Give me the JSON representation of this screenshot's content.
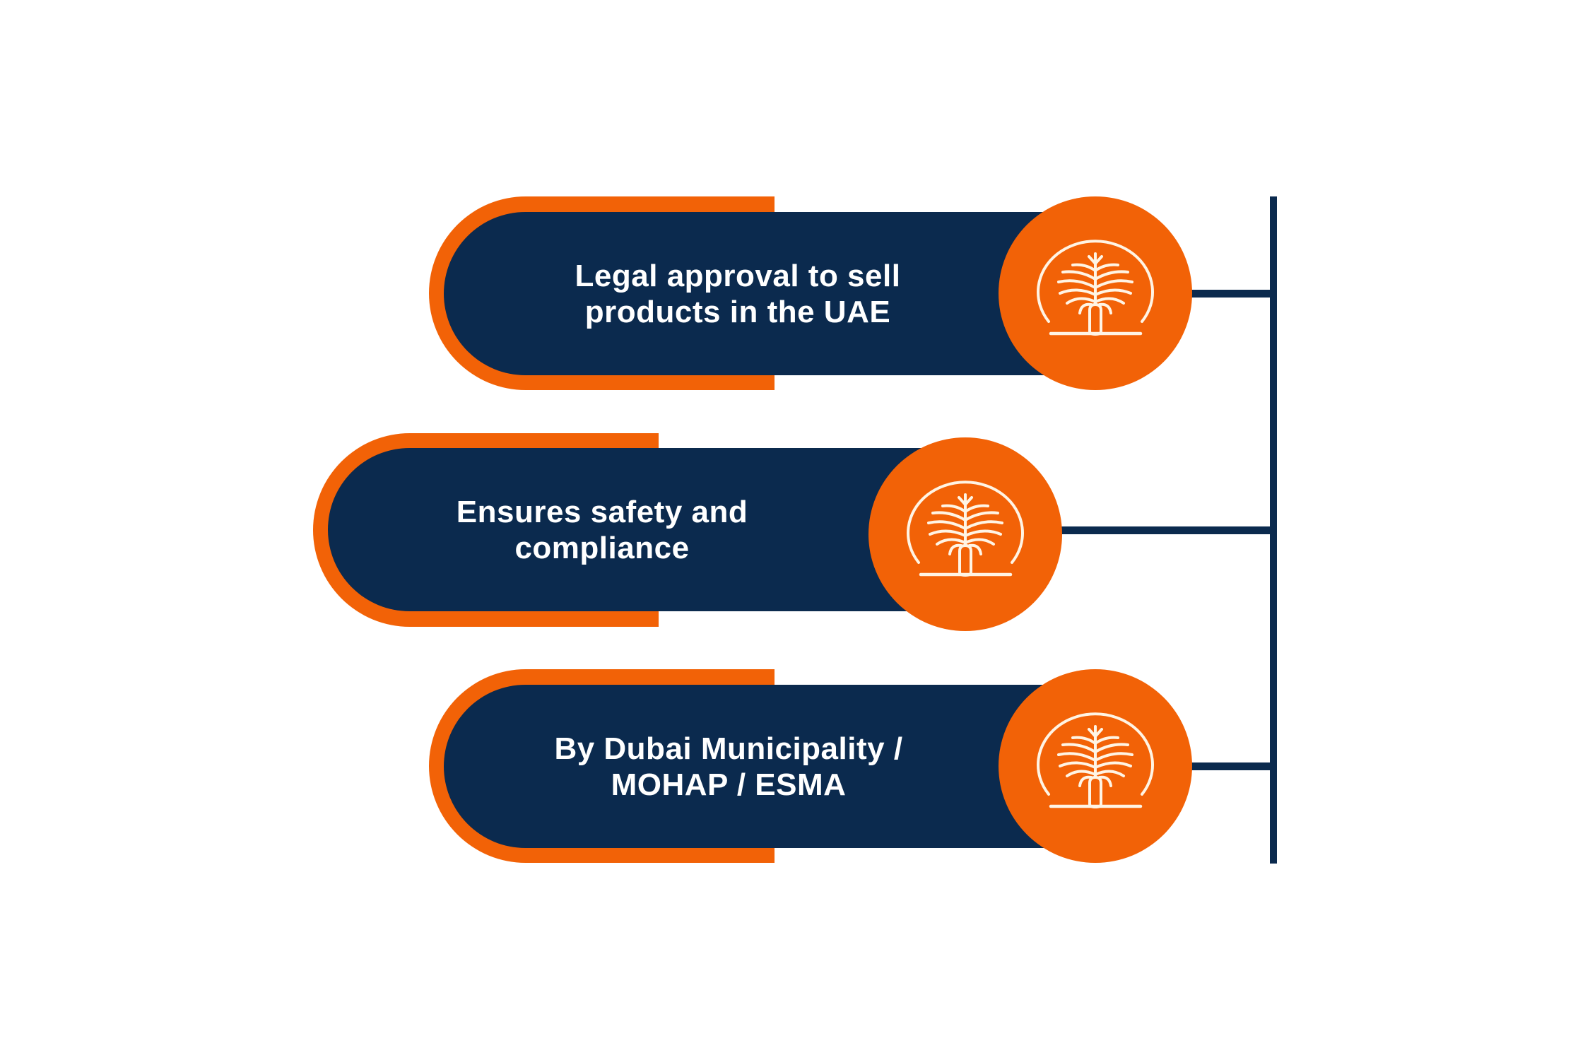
{
  "colors": {
    "navy": "#0B2A4E",
    "orange": "#F26207",
    "icon_stroke": "#FFF4E4",
    "background": "#FFFFFF",
    "text": "#FFFFFF"
  },
  "items": [
    {
      "lines": [
        "Legal approval to sell",
        "products in the UAE"
      ],
      "icon": "palm-jumeirah-icon"
    },
    {
      "lines": [
        "Ensures safety and",
        "compliance"
      ],
      "icon": "palm-jumeirah-icon"
    },
    {
      "lines": [
        "By Dubai Municipality /",
        "MOHAP / ESMA"
      ],
      "icon": "palm-jumeirah-icon"
    }
  ]
}
